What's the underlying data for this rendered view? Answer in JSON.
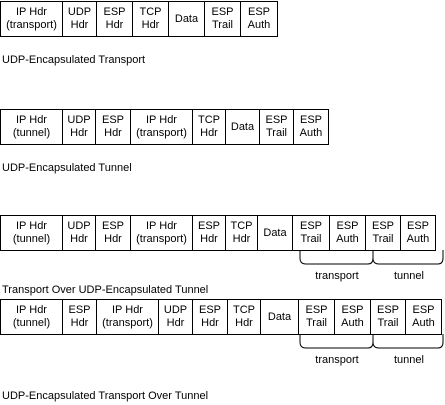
{
  "diagrams": [
    {
      "caption": "UDP-Encapsulated Transport",
      "cells": [
        "IP Hdr\n(transport)",
        "UDP\nHdr",
        "ESP\nHdr",
        "TCP\nHdr",
        "Data",
        "ESP\nTrail",
        "ESP\nAuth"
      ]
    },
    {
      "caption": "UDP-Encapsulated Tunnel",
      "cells": [
        "IP Hdr\n(tunnel)",
        "UDP\nHdr",
        "ESP\nHdr",
        "IP Hdr\n(transport)",
        "TCP\nHdr",
        "Data",
        "ESP\nTrail",
        "ESP\nAuth"
      ]
    },
    {
      "caption": "Transport Over UDP-Encapsulated Tunnel",
      "cells": [
        "IP Hdr\n(tunnel)",
        "UDP\nHdr",
        "ESP\nHdr",
        "IP Hdr\n(transport)",
        "ESP\nHdr",
        "TCP\nHdr",
        "Data",
        "ESP\nTrail",
        "ESP\nAuth",
        "ESP\nTrail",
        "ESP\nAuth"
      ],
      "braces": [
        "transport",
        "tunnel"
      ]
    },
    {
      "caption": "UDP-Encapsulated Transport Over Tunnel",
      "cells": [
        "IP Hdr\n(tunnel)",
        "ESP\nHdr",
        "IP Hdr\n(transport)",
        "UDP\nHdr",
        "ESP\nHdr",
        "TCP\nHdr",
        "Data",
        "ESP\nTrail",
        "ESP\nAuth",
        "ESP\nTrail",
        "ESP\nAuth"
      ],
      "braces": [
        "transport",
        "tunnel"
      ]
    }
  ]
}
